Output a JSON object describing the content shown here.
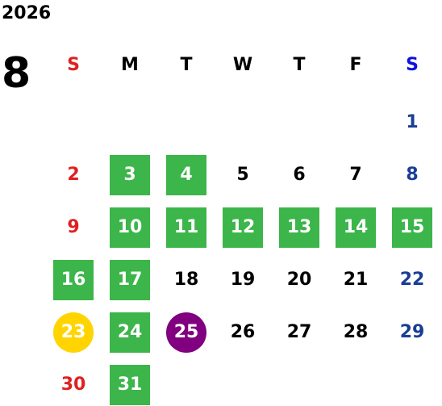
{
  "calendar": {
    "year": "2026",
    "month": "8",
    "weekdays": [
      "S",
      "M",
      "T",
      "W",
      "T",
      "F",
      "S"
    ],
    "weekday_colors": [
      "#e02020",
      "#000000",
      "#000000",
      "#000000",
      "#000000",
      "#000000",
      "#1010e0"
    ],
    "weeks": [
      [
        null,
        null,
        null,
        null,
        null,
        null,
        {
          "day": "1",
          "style": "saturday"
        }
      ],
      [
        {
          "day": "2",
          "style": "sunday"
        },
        {
          "day": "3",
          "style": "green"
        },
        {
          "day": "4",
          "style": "green"
        },
        {
          "day": "5",
          "style": "normal"
        },
        {
          "day": "6",
          "style": "normal"
        },
        {
          "day": "7",
          "style": "normal"
        },
        {
          "day": "8",
          "style": "saturday"
        }
      ],
      [
        {
          "day": "9",
          "style": "sunday"
        },
        {
          "day": "10",
          "style": "green"
        },
        {
          "day": "11",
          "style": "green"
        },
        {
          "day": "12",
          "style": "green"
        },
        {
          "day": "13",
          "style": "green"
        },
        {
          "day": "14",
          "style": "green"
        },
        {
          "day": "15",
          "style": "green"
        }
      ],
      [
        {
          "day": "16",
          "style": "green"
        },
        {
          "day": "17",
          "style": "green"
        },
        {
          "day": "18",
          "style": "normal"
        },
        {
          "day": "19",
          "style": "normal"
        },
        {
          "day": "20",
          "style": "normal"
        },
        {
          "day": "21",
          "style": "normal"
        },
        {
          "day": "22",
          "style": "saturday"
        }
      ],
      [
        {
          "day": "23",
          "style": "yellow-circle"
        },
        {
          "day": "24",
          "style": "green"
        },
        {
          "day": "25",
          "style": "purple-circle"
        },
        {
          "day": "26",
          "style": "normal"
        },
        {
          "day": "27",
          "style": "normal"
        },
        {
          "day": "28",
          "style": "normal"
        },
        {
          "day": "29",
          "style": "saturday"
        }
      ],
      [
        {
          "day": "30",
          "style": "sunday"
        },
        {
          "day": "31",
          "style": "green"
        },
        null,
        null,
        null,
        null,
        null
      ]
    ],
    "colors": {
      "sunday": "#e02020",
      "saturday": "#1a3e96",
      "normal": "#000000",
      "green": "#3cb54a",
      "yellow": "#ffd400",
      "purple": "#800080"
    }
  }
}
